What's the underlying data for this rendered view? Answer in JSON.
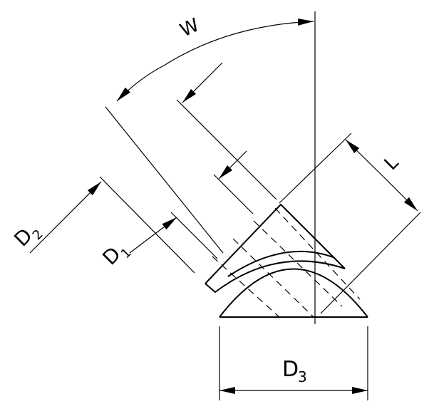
{
  "diagram": {
    "labels": {
      "w": "W",
      "l": "L",
      "d1": "D",
      "d1_sub": "1",
      "d2": "D",
      "d2_sub": "2",
      "d3": "D",
      "d3_sub": "3"
    },
    "colors": {
      "line": "#000000",
      "background": "#ffffff"
    }
  }
}
